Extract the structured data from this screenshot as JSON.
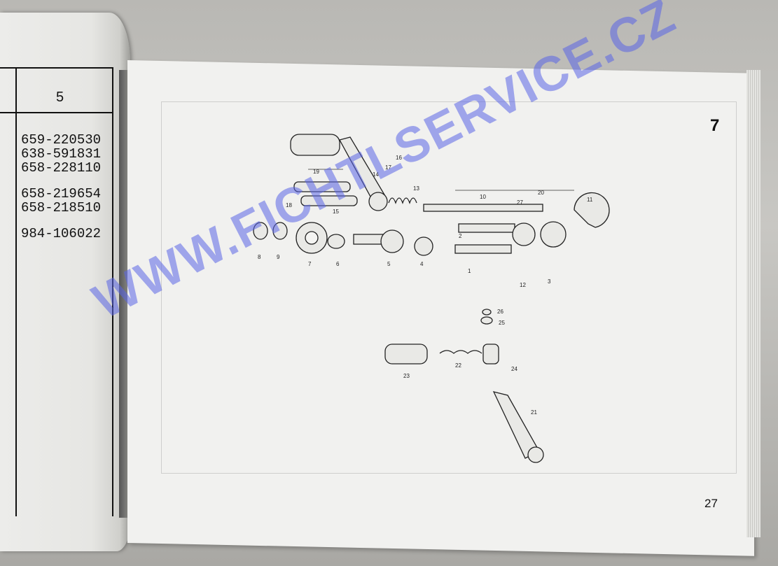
{
  "left_page": {
    "column_header": "5",
    "part_codes": [
      "659-220530",
      "638-591831",
      "658-228110",
      "",
      "658-219654",
      "658-218510",
      "",
      "984-106022"
    ]
  },
  "right_page": {
    "section_number": "7",
    "page_number": "27",
    "callouts": [
      "1",
      "2",
      "3",
      "4",
      "5",
      "6",
      "7",
      "8",
      "9",
      "10",
      "11",
      "12",
      "13",
      "14",
      "15",
      "16",
      "17",
      "18",
      "19",
      "20",
      "21",
      "22",
      "23",
      "24",
      "25",
      "26",
      "27"
    ]
  },
  "watermark": {
    "text": "WWW.FICHTLSERVICE.CZ",
    "color": "#5a64e6"
  }
}
